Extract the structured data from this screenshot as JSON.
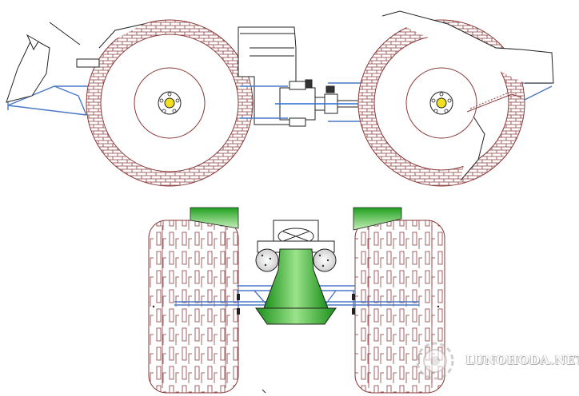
{
  "watermark": {
    "text": "LUNOHODA.NET",
    "icon": "gear-sun-icon"
  },
  "colors": {
    "tire_tread": "#8b3a3a",
    "frame": "#4a78c8",
    "green_body": "#1fa01f",
    "green_light": "#9be38a",
    "outline": "#222222"
  },
  "views": [
    "side-view",
    "front-view"
  ]
}
